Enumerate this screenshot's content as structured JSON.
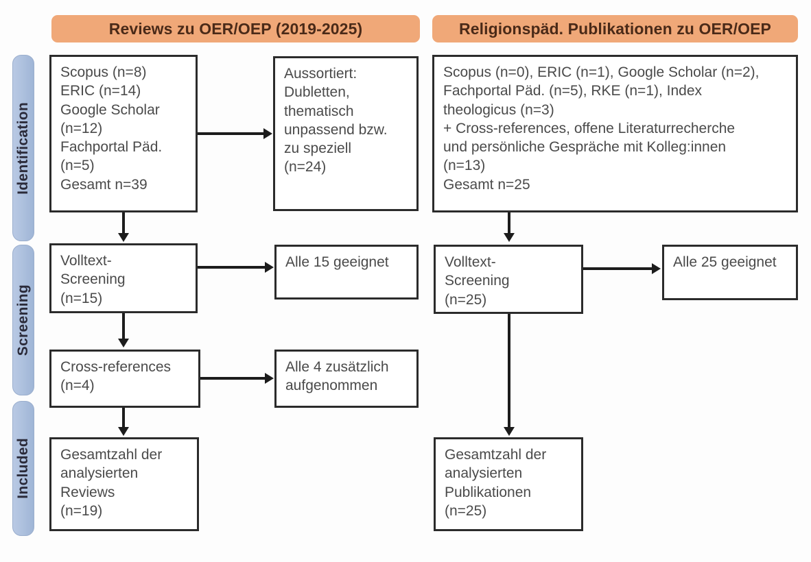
{
  "figure": {
    "type": "prisma-flow-diagram",
    "language": "de"
  },
  "columns": {
    "left": {
      "header": "Reviews zu OER/OEP (2019-2025)"
    },
    "right": {
      "header": "Religionspäd. Publikationen zu OER/OEP"
    }
  },
  "stages": [
    {
      "label": "Identification"
    },
    {
      "label": "Screening"
    },
    {
      "label": "Included"
    }
  ],
  "boxes": {
    "left_identification_sources": {
      "lines": [
        "Scopus (n=8)",
        "ERIC (n=14)",
        "Google Scholar",
        "(n=12)",
        "Fachportal Päd.",
        "(n=5)",
        "Gesamt n=39"
      ]
    },
    "left_excluded": {
      "lines": [
        "Aussortiert:",
        "Dubletten,",
        "thematisch",
        "unpassend bzw.",
        "zu speziell",
        "(n=24)"
      ]
    },
    "left_fulltext_screening": {
      "lines": [
        "Volltext-",
        "Screening",
        "(n=15)"
      ]
    },
    "left_all_eligible": {
      "lines": [
        "Alle 15 geeignet"
      ]
    },
    "left_cross_references": {
      "lines": [
        "Cross-references",
        "(n=4)"
      ]
    },
    "left_all_added": {
      "lines": [
        "Alle 4 zusätzlich",
        "aufgenommen"
      ]
    },
    "left_included_total": {
      "lines": [
        "Gesamtzahl der",
        "analysierten",
        "Reviews",
        "(n=19)"
      ]
    },
    "right_identification_sources": {
      "lines": [
        "Scopus (n=0), ERIC (n=1), Google Scholar (n=2),",
        "Fachportal Päd. (n=5), RKE (n=1), Index",
        "theologicus (n=3)",
        "+ Cross-references, offene Literaturrecherche",
        "und persönliche Gespräche mit Kolleg:innen",
        "(n=13)",
        "Gesamt n=25"
      ]
    },
    "right_fulltext_screening": {
      "lines": [
        "Volltext-",
        "Screening",
        "(n=25)"
      ]
    },
    "right_all_eligible": {
      "lines": [
        "Alle 25 geeignet"
      ]
    },
    "right_included_total": {
      "lines": [
        "Gesamtzahl der",
        "analysierten",
        "Publikationen",
        "(n=25)"
      ]
    }
  },
  "counts": {
    "left_scopus": 8,
    "left_eric": 14,
    "left_google_scholar": 12,
    "left_fachportal": 5,
    "left_total": 39,
    "left_excluded": 24,
    "left_fulltext": 15,
    "left_cross_references": 4,
    "left_included": 19,
    "right_scopus": 0,
    "right_eric": 1,
    "right_google_scholar": 2,
    "right_fachportal": 5,
    "right_rke": 1,
    "right_index_theologicus": 3,
    "right_other_sources": 13,
    "right_total": 25,
    "right_fulltext": 25,
    "right_included": 25
  },
  "colors": {
    "header_orange": "#f0a878",
    "stage_blue": "#aec1de",
    "box_border": "#2b2b2b",
    "text_gray": "#4a4a4a"
  }
}
